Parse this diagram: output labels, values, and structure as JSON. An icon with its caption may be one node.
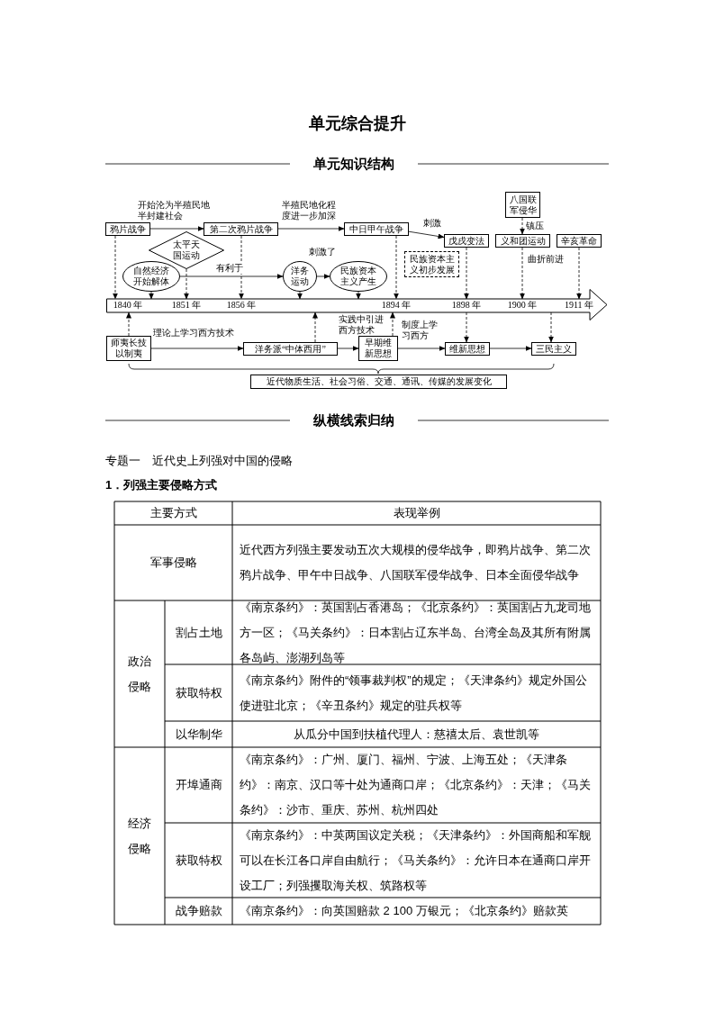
{
  "diagram": {
    "title": "单元综合提升",
    "nodes": [
      {
        "text": [
          "鸦片战争"
        ]
      },
      {
        "text": [
          "第二次鸦片战争"
        ]
      },
      {
        "text": [
          "中日甲午战争"
        ]
      },
      {
        "text": [
          "太平天国运动"
        ]
      },
      {
        "text": [
          "自然经济开始解体"
        ]
      },
      {
        "text": [
          "洋务运动"
        ]
      },
      {
        "text": [
          "民族资本主义产生"
        ]
      },
      {
        "text": [
          "八国联军侵华"
        ]
      },
      {
        "text": [
          "戊戌变法"
        ]
      },
      {
        "text": [
          "义和团运动"
        ]
      },
      {
        "text": [
          "辛亥革命"
        ]
      },
      {
        "text": [
          "民族资本主义初步发展"
        ]
      },
      {
        "text": [
          "1840 年",
          "1851 年",
          "1856 年",
          "1894 年",
          "1898 年",
          "1900 年",
          "1911 年"
        ]
      },
      {
        "text": [
          "师夷长技以制夷"
        ]
      },
      {
        "text": [
          "洋务派“中体西用”"
        ]
      },
      {
        "text": [
          "早期维新思想"
        ]
      },
      {
        "text": [
          "维新思想"
        ]
      },
      {
        "text": [
          "三民主义"
        ]
      },
      {
        "text": [
          "近代物质生活、社会习俗、交通、通讯、传媒的发展变化"
        ]
      }
    ],
    "edges": [
      {
        "from": 0,
        "to": 1,
        "arrow": "to",
        "label": "开始沦为半殖民地半封建社会"
      },
      {
        "from": 1,
        "to": 2,
        "arrow": "to",
        "label": "半殖民地化程度进一步加深"
      },
      {
        "from": 2,
        "to": 8,
        "arrow": "to",
        "label": "刺激"
      },
      {
        "from": 7,
        "to": 9,
        "arrow": "to",
        "style": "dashed",
        "label": "镇压"
      },
      {
        "from": 4,
        "to": 5,
        "arrow": "to",
        "label": "有利于"
      },
      {
        "from": 5,
        "to": 6,
        "arrow": "to",
        "label": "刺激了"
      },
      {
        "from": 0,
        "to": 12,
        "arrow": "to",
        "style": "dashed"
      },
      {
        "from": 4,
        "to": 12,
        "arrow": "to",
        "style": "dashed"
      },
      {
        "from": 3,
        "to": 12,
        "arrow": "to",
        "style": "dashed"
      },
      {
        "from": 1,
        "to": 12,
        "arrow": "to",
        "style": "dashed"
      },
      {
        "from": 5,
        "to": 12,
        "arrow": "to",
        "style": "dashed"
      },
      {
        "from": 6,
        "to": 12,
        "arrow": "to",
        "style": "dashed"
      },
      {
        "from": 2,
        "to": 12,
        "arrow": "to",
        "style": "dashed"
      },
      {
        "from": 8,
        "to": 12,
        "arrow": "to",
        "style": "dashed"
      },
      {
        "from": 9,
        "to": 12,
        "arrow": "to",
        "style": "dashed",
        "label": "曲折前进"
      },
      {
        "from": 10,
        "to": 12,
        "arrow": "to",
        "style": "dashed"
      },
      {
        "from": 13,
        "to": 12,
        "arrow": "to",
        "style": "dashed"
      },
      {
        "from": 14,
        "to": 12,
        "arrow": "to",
        "style": "dashed"
      },
      {
        "from": 15,
        "to": 12,
        "arrow": "to",
        "style": "dashed"
      },
      {
        "from": 12,
        "to": 16,
        "arrow": "to",
        "style": "dashed"
      },
      {
        "from": 12,
        "to": 17,
        "arrow": "to",
        "style": "dashed"
      },
      {
        "from": 13,
        "to": 14,
        "arrow": "to",
        "label": "理论上学习西方技术"
      },
      {
        "from": 14,
        "to": 15,
        "arrow": "to",
        "label": "实践中引进西方技术"
      },
      {
        "from": 15,
        "to": 16,
        "arrow": "to",
        "label": "制度上学习西方"
      },
      {
        "from": 16,
        "to": 17,
        "arrow": "to"
      }
    ],
    "labels": [
      "单元知识结构",
      "纵横线索归纳",
      "专题一　近代史上列强对中国的侵略",
      "1．列强主要侵略方式",
      "主要方式",
      "表现举例",
      "军事侵略",
      "近代西方列强主要发动五次大规模的侵华战争，即鸦片战争、第二次鸦片战争、甲午中日战争、八国联军侵华战争、日本全面侵华战争",
      "政治侵略",
      "割占土地",
      "《南京条约》：英国割占香港岛；《北京条约》：英国割占九龙司地方一区；《马关条约》：日本割占辽东半岛、台湾全岛及其所有附属各岛屿、澎湖列岛等",
      "获取特权",
      "《南京条约》附件的“领事裁判权”的规定；《天津条约》规定外国公使进驻北京；《辛丑条约》规定的驻兵权等",
      "以华制华",
      "从瓜分中国到扶植代理人：慈禧太后、袁世凯等",
      "经济侵略",
      "开埠通商",
      "《南京条约》：广州、厦门、福州、宁波、上海五处；《天津条约》：南京、汉口等十处为通商口岸；《北京条约》：天津；《马关条约》：沙市、重庆、苏州、杭州四处",
      "获取特权",
      "《南京条约》：中英两国议定关税；《天津条约》：外国商船和军舰可以在长江各口岸自由航行；《马关条约》：允许日本在通商口岸开设工厂；列强攫取海关权、筑路权等",
      "战争赔款",
      "《南京条约》：向英国赔款 2 100 万银元；《北京条约》赔款英"
    ]
  }
}
